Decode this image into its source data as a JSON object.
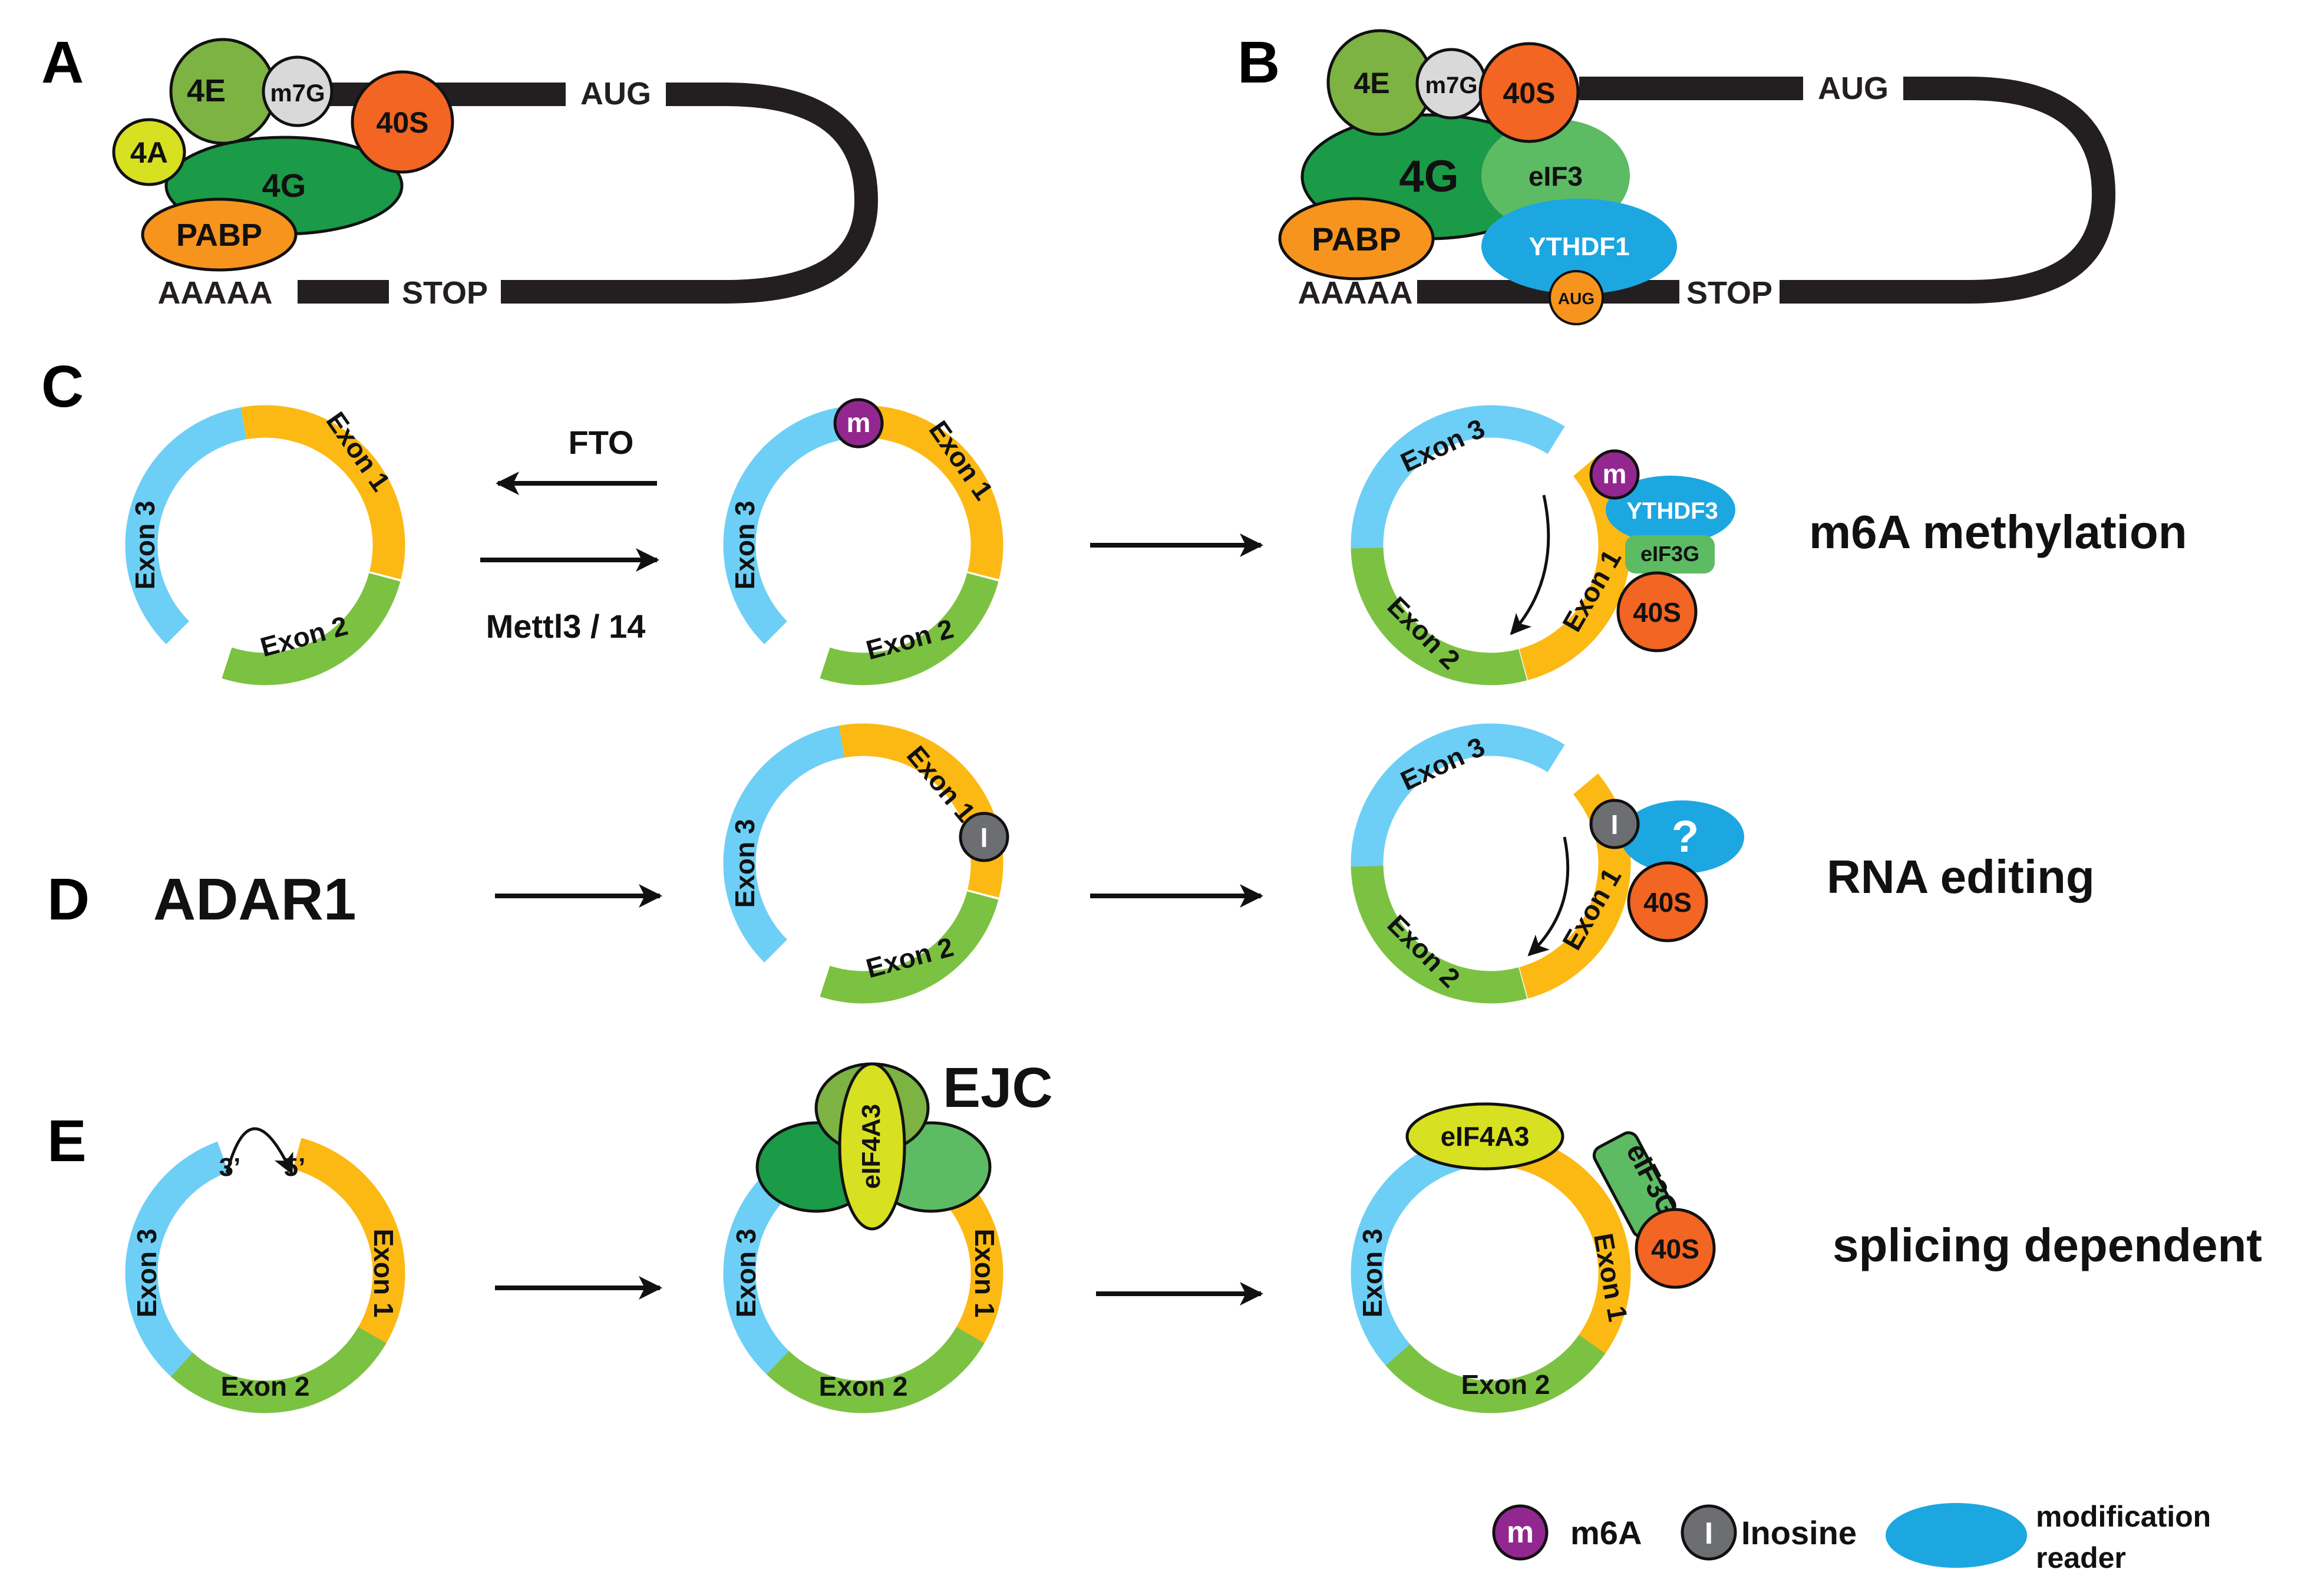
{
  "panels": {
    "a": {
      "letter": "A",
      "factors": {
        "eIF4E": "4E",
        "cap": "m7G",
        "ribosome": "40S",
        "eIF4A": "4A",
        "eIF4G": "4G",
        "pabp": "PABP"
      },
      "mrna": {
        "start_codon": "AUG",
        "stop_codon": "STOP",
        "polyA": "AAAAA"
      }
    },
    "b": {
      "letter": "B",
      "factors": {
        "eIF4E": "4E",
        "cap": "m7G",
        "ribosome": "40S",
        "eIF4G": "4G",
        "eIF3": "eIF3",
        "pabp": "PABP",
        "reader": "YTHDF1",
        "internal_start": "AUG"
      },
      "mrna": {
        "start_codon": "AUG",
        "stop_codon": "STOP",
        "polyA": "AAAAA"
      }
    },
    "c": {
      "letter": "C",
      "eraser": "FTO",
      "writer": "Mettl3 / 14",
      "mark": "m",
      "reader": "YTHDF3",
      "initiation_factor": "eIF3G",
      "ribosome": "40S",
      "mechanism": "m6A methylation"
    },
    "d": {
      "letter": "D",
      "enzyme": "ADAR1",
      "mark": "I",
      "unknown_reader": "?",
      "ribosome": "40S",
      "mechanism": "RNA editing"
    },
    "e": {
      "letter": "E",
      "three_prime_end": "3’",
      "five_prime_end": "5’",
      "complex": "EJC",
      "core_protein": "eIF4A3",
      "initiation_factor": "eIF3G",
      "ribosome": "40S",
      "mechanism": "splicing dependent"
    }
  },
  "exons": {
    "exon1": "Exon 1",
    "exon2": "Exon 2",
    "exon3": "Exon 3"
  },
  "legend": {
    "m6a_symbol": "m",
    "m6a_label": "m6A",
    "inosine_symbol": "I",
    "inosine_label": "Inosine",
    "reader_label_line1": "modification",
    "reader_label_line2": "reader"
  },
  "colors": {
    "exon1": "#FDB913",
    "exon2": "#7CC242",
    "exon3": "#6DCFF6",
    "ribosome_40S": "#F26522",
    "eIF4E": "#7CB342",
    "eIF4G": "#1B9A48",
    "eIF4A": "#D7E021",
    "pabp": "#F7941D",
    "eIF3": "#5DBB63",
    "reader": "#1CA7E1",
    "cap": "#D9D9D9",
    "m6A_mark": "#92278F",
    "inosine_mark": "#6D6E71",
    "mrna": "#231F20"
  }
}
